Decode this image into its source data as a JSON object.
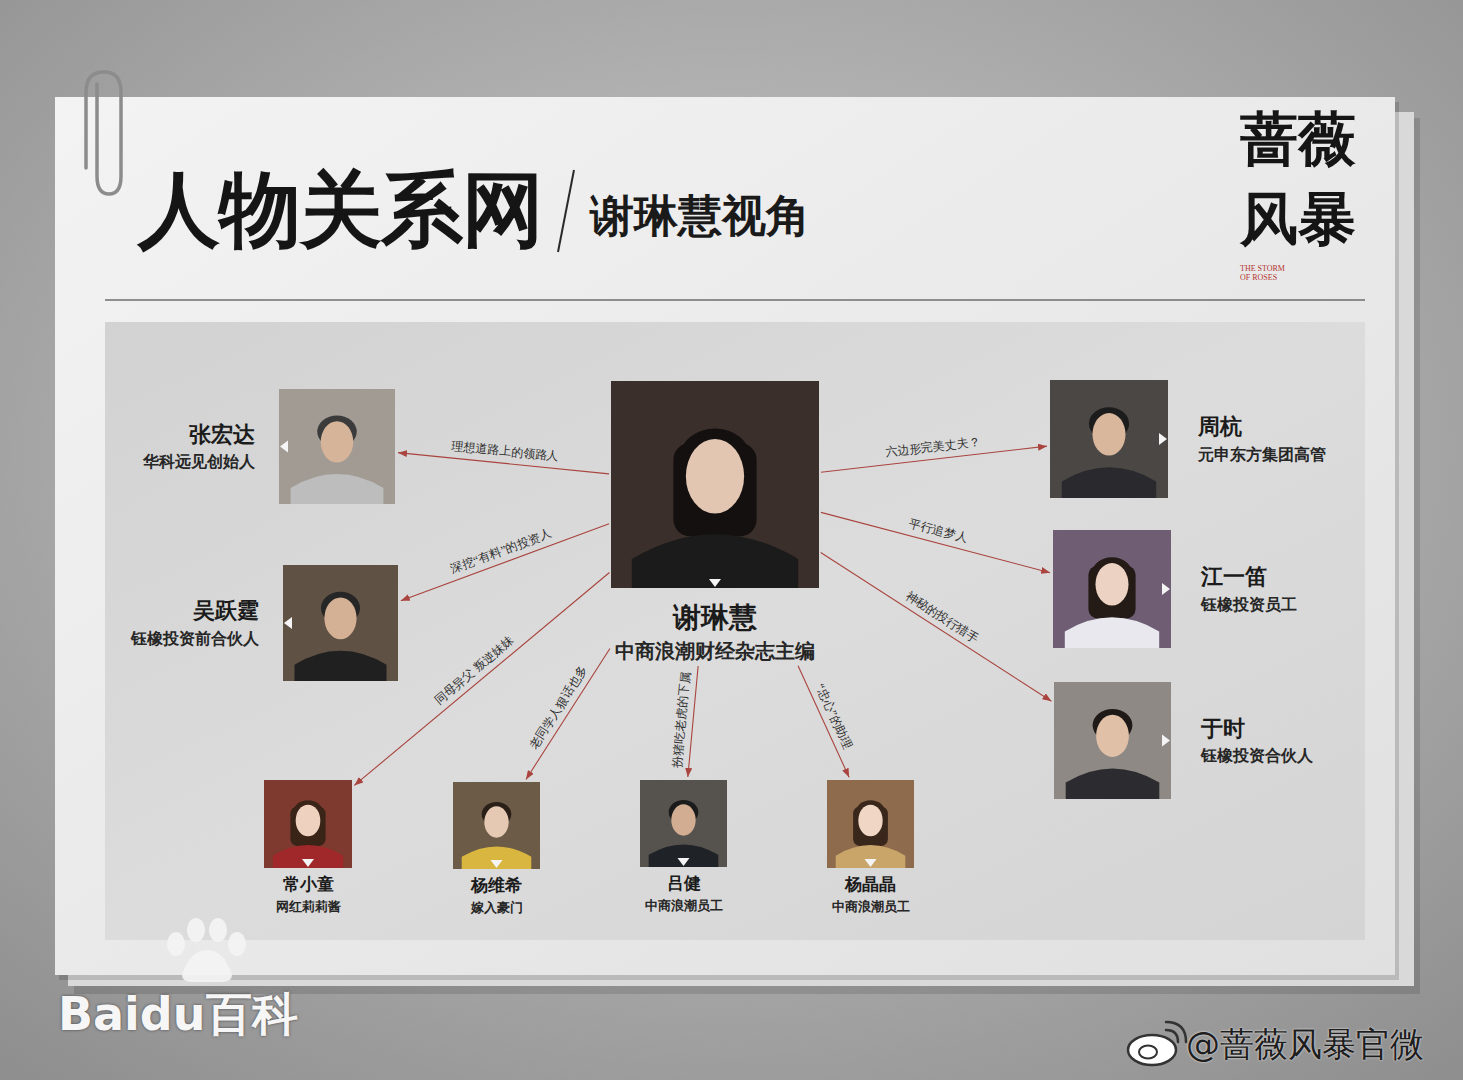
{
  "diagram": {
    "title": "人物关系网",
    "nodes": [
      {
        "text": [
          "谢琳慧",
          "中商浪潮财经杂志主编"
        ]
      },
      {
        "text": [
          "张宏达",
          "华科远见创始人"
        ]
      },
      {
        "text": [
          "吴跃霆",
          "钰橡投资前合伙人"
        ]
      },
      {
        "text": [
          "周杭",
          "元申东方集团高管"
        ]
      },
      {
        "text": [
          "江一笛",
          "钰橡投资员工"
        ]
      },
      {
        "text": [
          "于时",
          "钰橡投资合伙人"
        ]
      },
      {
        "text": [
          "常小童",
          "网红莉莉酱"
        ]
      },
      {
        "text": [
          "杨维希",
          "嫁入豪门"
        ]
      },
      {
        "text": [
          "吕健",
          "中商浪潮员工"
        ]
      },
      {
        "text": [
          "杨晶晶",
          "中商浪潮员工"
        ]
      }
    ],
    "edges": [
      {
        "from": 0,
        "to": 1,
        "label": "理想道路上的领路人",
        "arrow": "to"
      },
      {
        "from": 0,
        "to": 2,
        "label": "深挖“有料”的投资人",
        "arrow": "to"
      },
      {
        "from": 0,
        "to": 3,
        "label": "六边形完美丈夫？",
        "arrow": "to"
      },
      {
        "from": 0,
        "to": 4,
        "label": "平行追梦人",
        "arrow": "to"
      },
      {
        "from": 0,
        "to": 5,
        "label": "神秘的投行猎手",
        "arrow": "to"
      },
      {
        "from": 0,
        "to": 6,
        "label": "同母异父 叛逆妹妹",
        "arrow": "to"
      },
      {
        "from": 0,
        "to": 7,
        "label": "老同学人狠话也多",
        "arrow": "to"
      },
      {
        "from": 0,
        "to": 8,
        "label": "扮猪吃老虎的下属",
        "arrow": "to"
      },
      {
        "from": 0,
        "to": 9,
        "label": "“忠心”的助理",
        "arrow": "to"
      }
    ],
    "labels": [
      "谢琳慧视角",
      "蔷薇风暴",
      "THE STORM OF ROSES",
      "Baidu百科",
      "@蔷薇风暴官微"
    ]
  }
}
